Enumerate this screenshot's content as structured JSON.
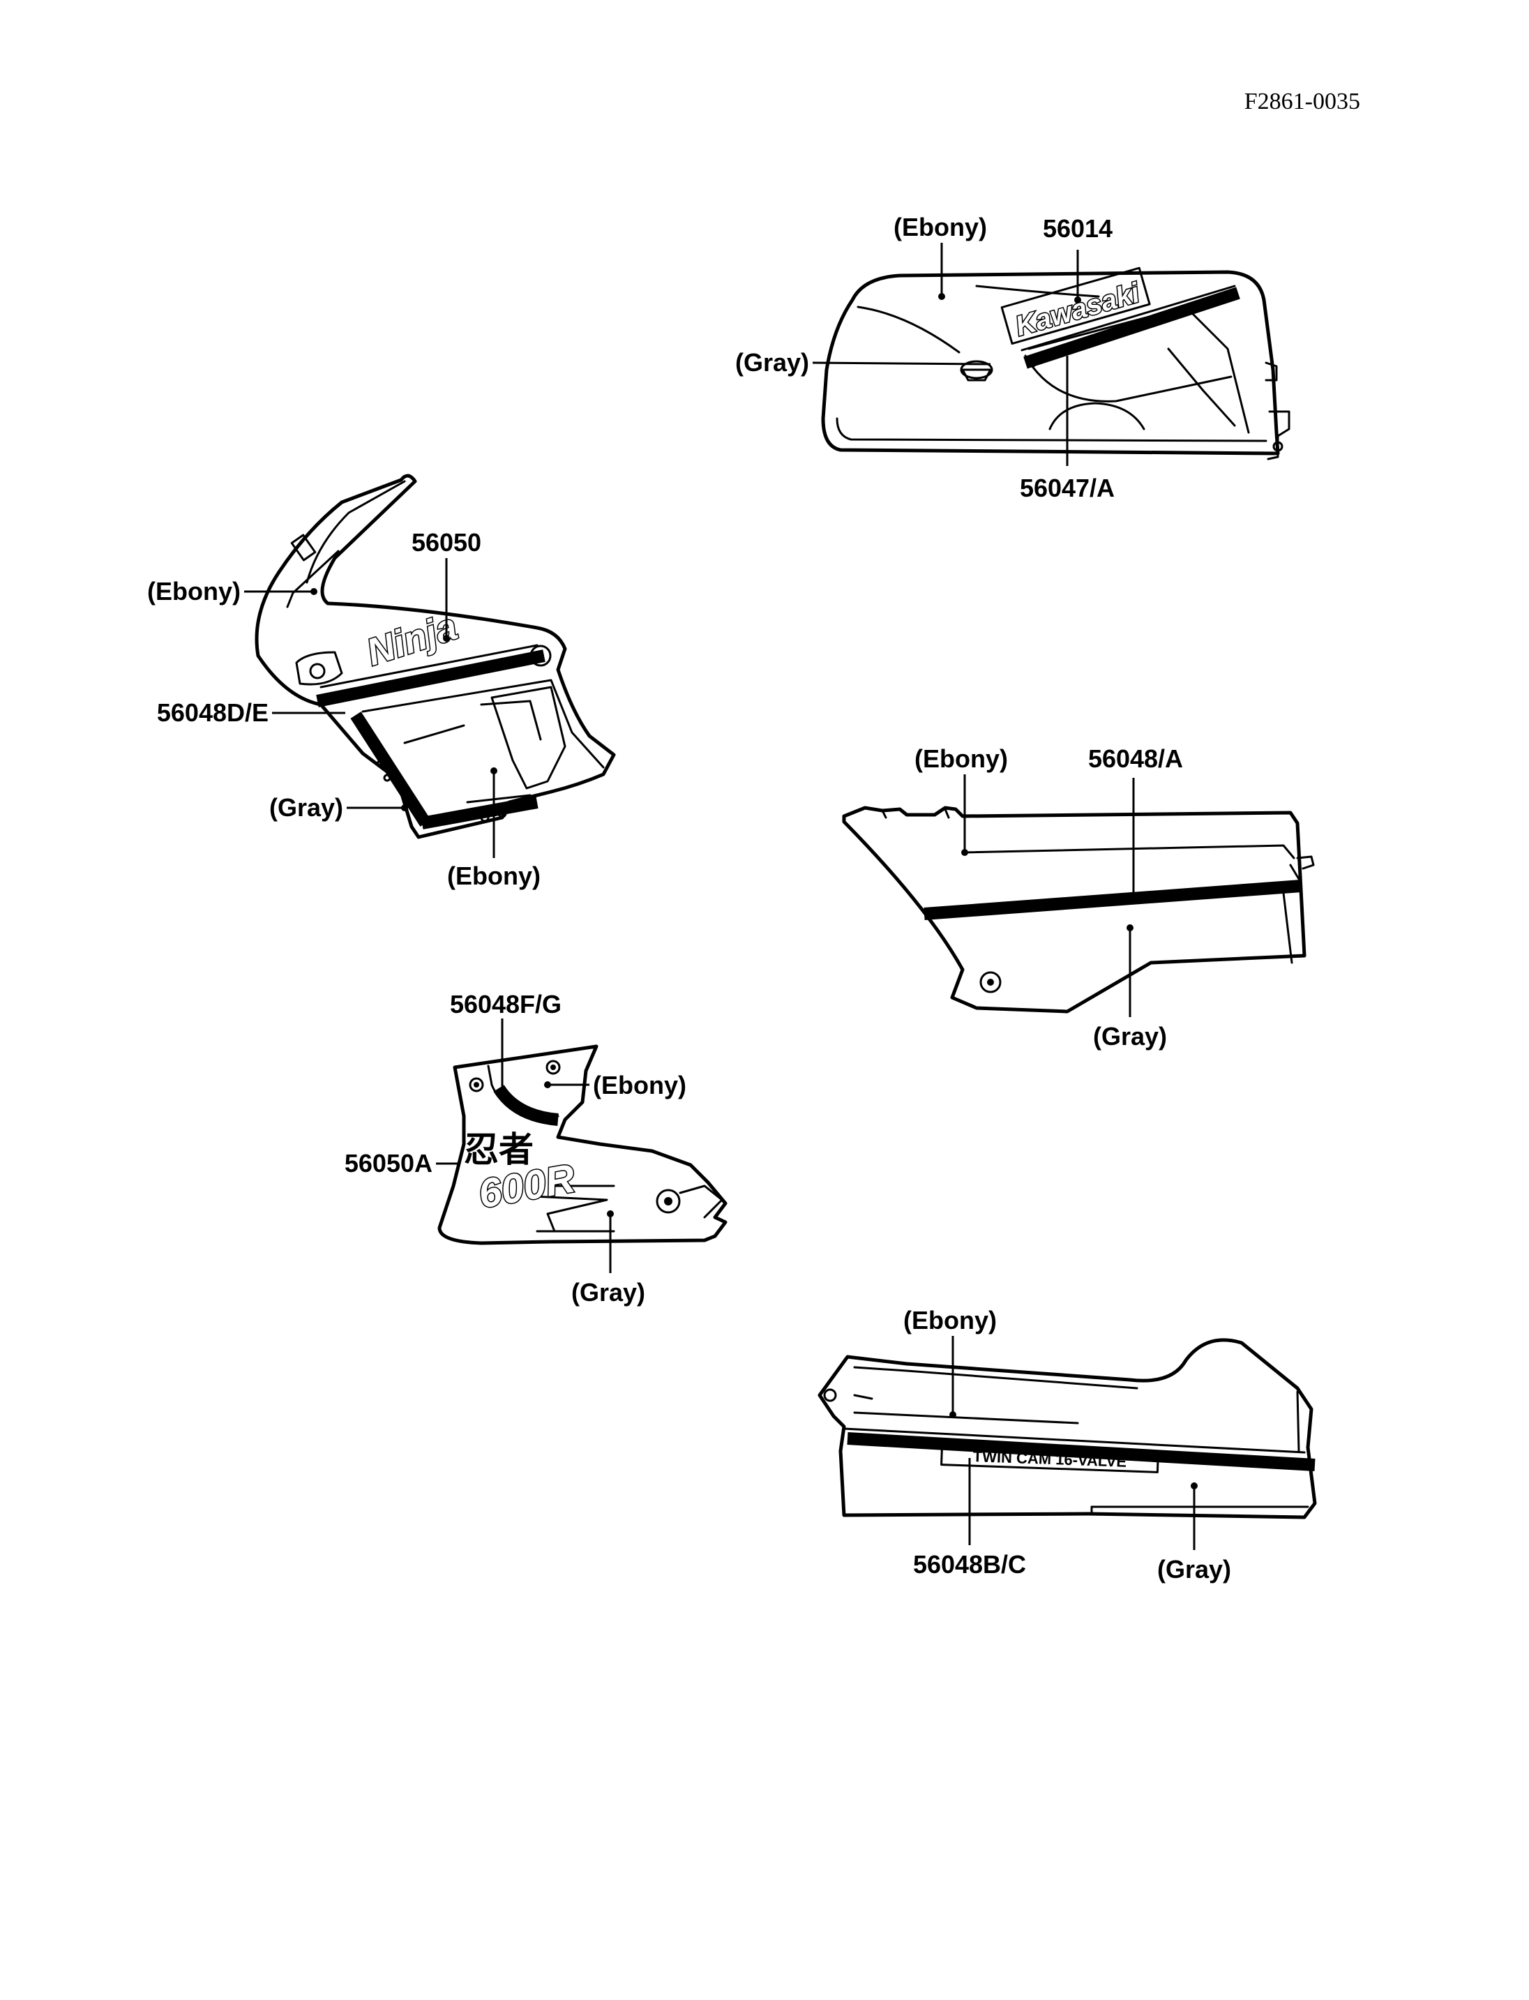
{
  "document_code": "F2861-0035",
  "parts": {
    "fuel_tank": {
      "color_upper": "(Ebony)",
      "decal_number": "56014",
      "color_lower": "(Gray)",
      "stripe_number": "56047/A",
      "decal_text": "Kawasaki"
    },
    "upper_fairing": {
      "decal_number": "56050",
      "color_upper": "(Ebony)",
      "stripe_number": "56048D/E",
      "color_side": "(Gray)",
      "color_lower": "(Ebony)",
      "decal_text": "Ninja"
    },
    "side_cover": {
      "color_upper": "(Ebony)",
      "stripe_number": "56048/A",
      "color_lower": "(Gray)"
    },
    "lower_fairing": {
      "stripe_number": "56048F/G",
      "color_upper": "(Ebony)",
      "decal_number": "56050A",
      "color_lower": "(Gray)",
      "decal_text_kanji": "忍者",
      "decal_text_model": "600R"
    },
    "tail_cover": {
      "color_upper": "(Ebony)",
      "stripe_number": "56048B/C",
      "color_lower": "(Gray)",
      "decal_text": "TWIN CAM 16-VALVE"
    }
  }
}
